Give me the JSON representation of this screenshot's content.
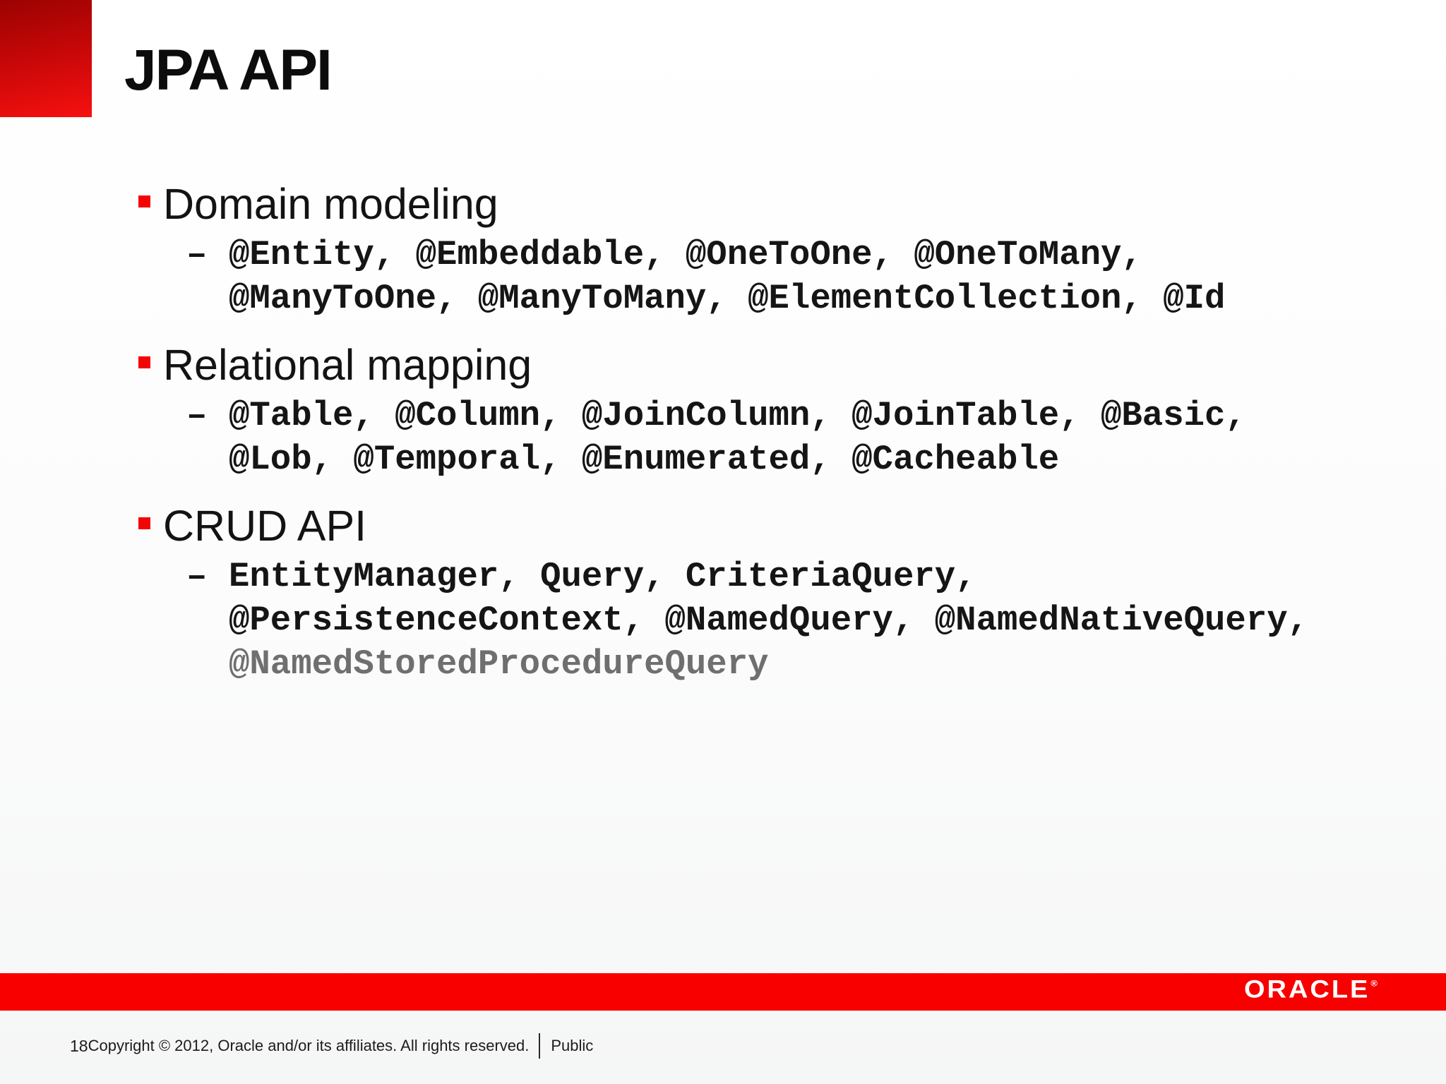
{
  "slide": {
    "title": "JPA API",
    "dash": "–",
    "bullets": [
      {
        "label": "Domain modeling",
        "lines": [
          "@Entity, @Embeddable, @OneToOne, @OneToMany,",
          "@ManyToOne, @ManyToMany, @ElementCollection, @Id"
        ]
      },
      {
        "label": "Relational mapping",
        "lines": [
          "@Table, @Column, @JoinColumn, @JoinTable, @Basic,",
          "@Lob, @Temporal, @Enumerated, @Cacheable"
        ]
      },
      {
        "label": "CRUD API",
        "lines": [
          "EntityManager, Query, CriteriaQuery,",
          "@PersistenceContext, @NamedQuery, @NamedNativeQuery,",
          "@NamedStoredProcedureQuery"
        ]
      }
    ]
  },
  "footer": {
    "logo": "ORACLE",
    "logo_mark": "®",
    "page_number": "18",
    "copyright": "Copyright © 2012, Oracle and/or its affiliates. All rights reserved.",
    "classification": "Public"
  },
  "colors": {
    "accent_red": "#f80000",
    "bullet_red": "#f40404",
    "muted_text": "#6f6f6f"
  }
}
